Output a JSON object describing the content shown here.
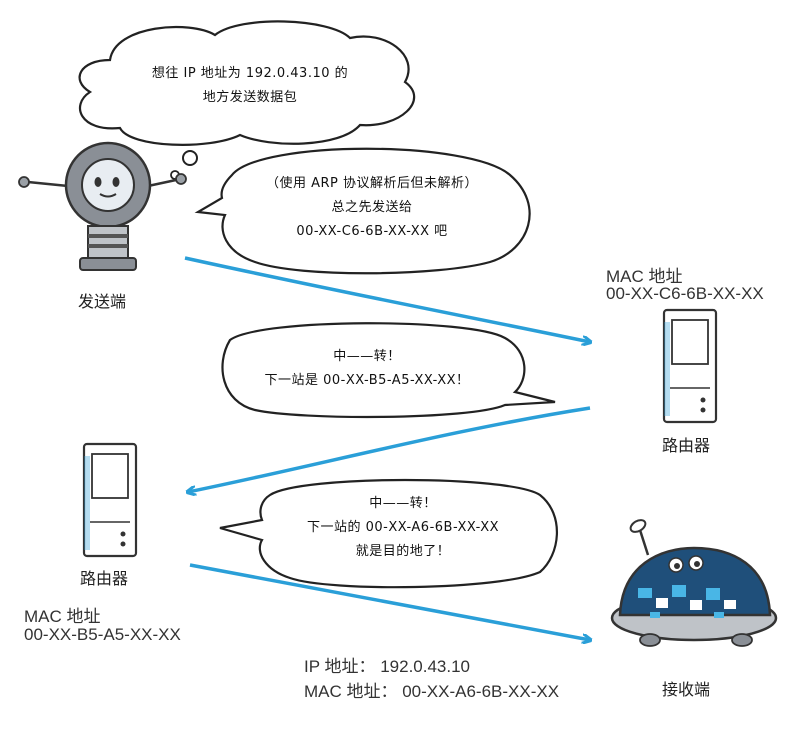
{
  "bubbles": {
    "think": {
      "line1": "想往 IP 地址为 192.0.43.10 的",
      "line2": "地方发送数据包"
    },
    "arp": {
      "line1": "（使用 ARP 协议解析后但未解析）",
      "line2": "总之先发送给",
      "line3": "00-XX-C6-6B-XX-XX 吧"
    },
    "relay1": {
      "line1": "中——转！",
      "line2": "下一站是 00-XX-B5-A5-XX-XX！"
    },
    "relay2": {
      "line1": "中——转！",
      "line2": "下一站的 00-XX-A6-6B-XX-XX",
      "line3": "就是目的地了！"
    }
  },
  "sender": {
    "label": "发送端"
  },
  "router_right": {
    "mac_label": "MAC 地址",
    "mac_value": "00-XX-C6-6B-XX-XX",
    "label": "路由器"
  },
  "router_left": {
    "mac_label": "MAC 地址",
    "mac_value": "00-XX-B5-A5-XX-XX",
    "label": "路由器"
  },
  "receiver": {
    "ip_line": "IP 地址：  192.0.43.10",
    "mac_line": "MAC 地址：  00-XX-A6-6B-XX-XX",
    "label": "接收端"
  },
  "colors": {
    "arrow": "#2a9fd8",
    "robot_body": "#8a8f96",
    "receiver_body": "#1f4f7a",
    "receiver_accent": "#49b6e6"
  },
  "icons": [
    "sender-robot-icon",
    "router-icon",
    "receiver-robot-icon",
    "arrow-icon"
  ]
}
